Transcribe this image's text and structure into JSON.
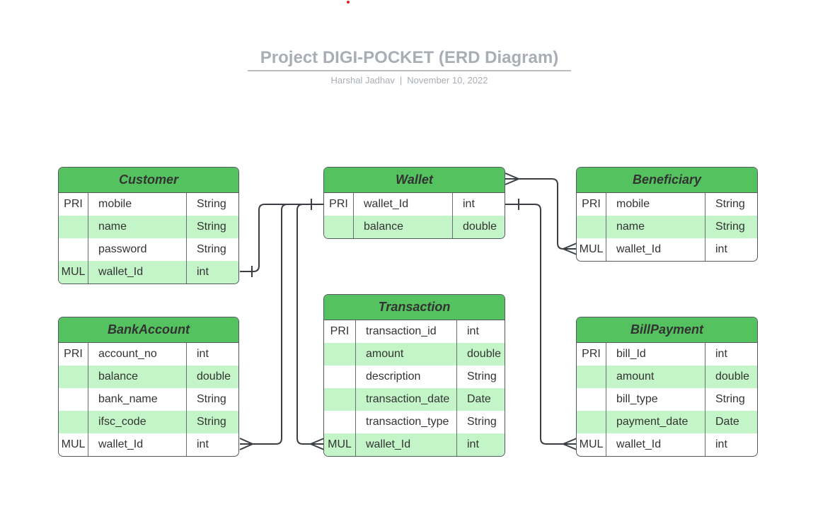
{
  "header": {
    "title": "Project DIGI-POCKET (ERD Diagram)",
    "author": "Harshal Jadhav",
    "separator": "|",
    "date": "November 10, 2022"
  },
  "entities": {
    "customer": {
      "name": "Customer",
      "rows": [
        {
          "key": "PRI",
          "field": "mobile",
          "type": "String"
        },
        {
          "key": "",
          "field": "name",
          "type": "String"
        },
        {
          "key": "",
          "field": "password",
          "type": "String"
        },
        {
          "key": "MUL",
          "field": "wallet_Id",
          "type": "int"
        }
      ]
    },
    "wallet": {
      "name": "Wallet",
      "rows": [
        {
          "key": "PRI",
          "field": "wallet_Id",
          "type": "int"
        },
        {
          "key": "",
          "field": "balance",
          "type": "double"
        }
      ]
    },
    "beneficiary": {
      "name": "Beneficiary",
      "rows": [
        {
          "key": "PRI",
          "field": "mobile",
          "type": "String"
        },
        {
          "key": "",
          "field": "name",
          "type": "String"
        },
        {
          "key": "MUL",
          "field": "wallet_Id",
          "type": "int"
        }
      ]
    },
    "bankaccount": {
      "name": "BankAccount",
      "rows": [
        {
          "key": "PRI",
          "field": "account_no",
          "type": "int"
        },
        {
          "key": "",
          "field": "balance",
          "type": "double"
        },
        {
          "key": "",
          "field": "bank_name",
          "type": "String"
        },
        {
          "key": "",
          "field": "ifsc_code",
          "type": "String"
        },
        {
          "key": "MUL",
          "field": "wallet_Id",
          "type": "int"
        }
      ]
    },
    "transaction": {
      "name": "Transaction",
      "rows": [
        {
          "key": "PRI",
          "field": "transaction_id",
          "type": "int"
        },
        {
          "key": "",
          "field": "amount",
          "type": "double"
        },
        {
          "key": "",
          "field": "description",
          "type": "String"
        },
        {
          "key": "",
          "field": "transaction_date",
          "type": "Date"
        },
        {
          "key": "",
          "field": "transaction_type",
          "type": "String"
        },
        {
          "key": "MUL",
          "field": "wallet_Id",
          "type": "int"
        }
      ]
    },
    "billpayment": {
      "name": "BillPayment",
      "rows": [
        {
          "key": "PRI",
          "field": "bill_Id",
          "type": "int"
        },
        {
          "key": "",
          "field": "amount",
          "type": "double"
        },
        {
          "key": "",
          "field": "bill_type",
          "type": "String"
        },
        {
          "key": "",
          "field": "payment_date",
          "type": "Date"
        },
        {
          "key": "MUL",
          "field": "wallet_Id",
          "type": "int"
        }
      ]
    }
  },
  "colors": {
    "header_fill": "#54c25e",
    "alt_row_fill": "#c4f5c8",
    "border": "#55595d",
    "title_text": "#a9aeb4",
    "connector": "#3b3f44"
  }
}
